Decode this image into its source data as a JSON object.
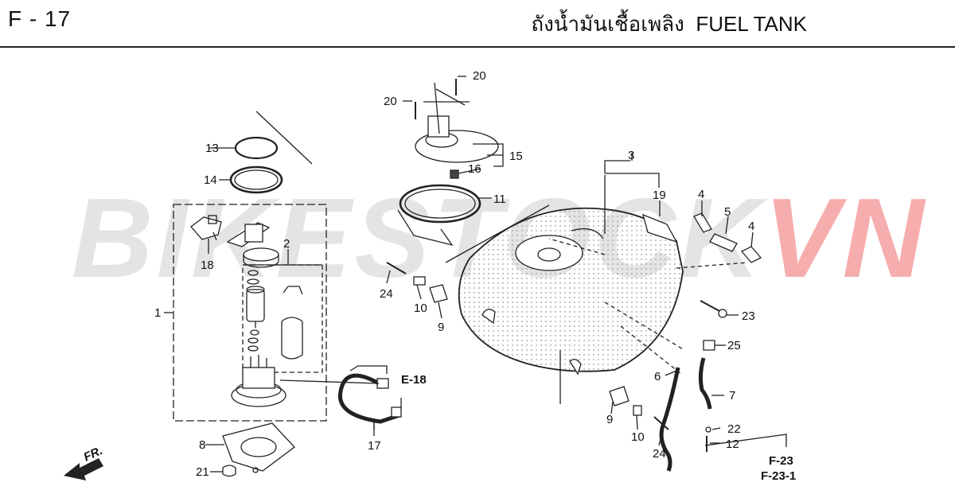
{
  "header": {
    "page_code": "F - 17",
    "title_thai": "ถังน้ำมันเชื้อเพลิง",
    "title_en": "FUEL TANK"
  },
  "watermark": {
    "main": "BIKESTOCK",
    "accent": "VN",
    "accent_color": "#ef6b6b"
  },
  "direction_marker": {
    "label": "FR."
  },
  "references": {
    "e18": "E-18",
    "f23": "F-23",
    "f23_1": "F-23-1"
  },
  "callouts": {
    "c1": "1",
    "c2": "2",
    "c3": "3",
    "c4a": "4",
    "c4b": "4",
    "c5": "5",
    "c6": "6",
    "c7": "7",
    "c8": "8",
    "c9a": "9",
    "c9b": "9",
    "c10a": "10",
    "c10b": "10",
    "c11": "11",
    "c12": "12",
    "c13": "13",
    "c14": "14",
    "c15": "15",
    "c16": "16",
    "c17": "17",
    "c18": "18",
    "c19": "19",
    "c20a": "20",
    "c20b": "20",
    "c21": "21",
    "c22": "22",
    "c23": "23",
    "c24a": "24",
    "c24b": "24",
    "c25": "25"
  }
}
